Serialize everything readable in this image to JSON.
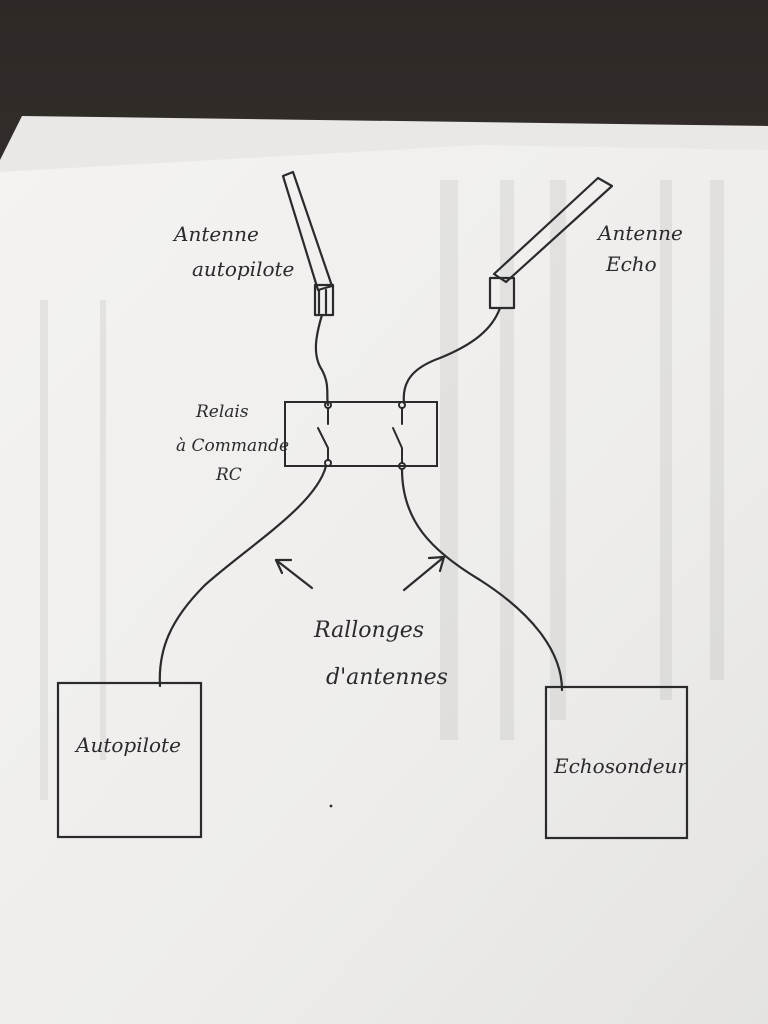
{
  "labels": {
    "antenna_autopilot_line1": "Antenne",
    "antenna_autopilot_line2": "autopilote",
    "antenna_echo_line1": "Antenne",
    "antenna_echo_line2": "Echo",
    "relay_line1": "Relais",
    "relay_line2": "à Commande",
    "relay_line3": "RC",
    "extensions_line1": "Rallonges",
    "extensions_line2": "d'antennes",
    "autopilot_box": "Autopilote",
    "echosounder_box": "Echosondeur"
  },
  "colors": {
    "ink": "#2b2a2c",
    "paper": "#f3f2f0",
    "background": "#3b3532"
  }
}
